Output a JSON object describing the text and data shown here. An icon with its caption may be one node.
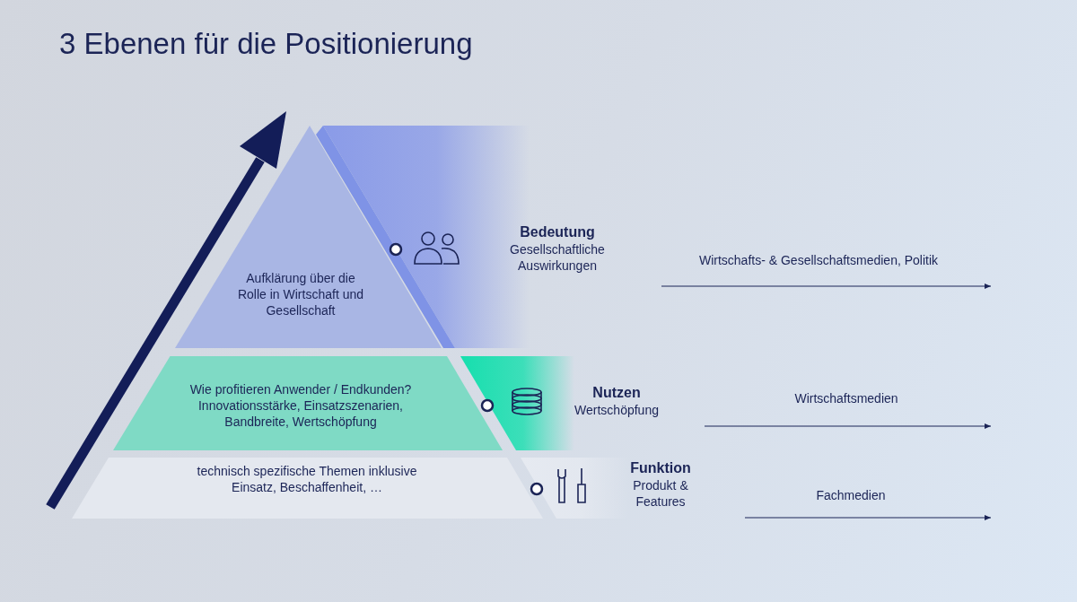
{
  "diagram": {
    "title": "3 Ebenen für die Positionierung",
    "nodes": [
      {
        "text": [
          "Aufklärung über die Rolle in Wirtschaft und Gesellschaft"
        ]
      },
      {
        "text": [
          "Wie profitieren Anwender / Endkunden? Innovationsstärke, Einsatzszenarien, Bandbreite, Wertschöpfung"
        ]
      },
      {
        "text": [
          "technisch spezifische Themen inklusive Einsatz, Beschaffenheit, …"
        ]
      },
      {
        "text": [
          "Bedeutung",
          "Gesellschaftliche Auswirkungen"
        ]
      },
      {
        "text": [
          "Nutzen",
          "Wertschöpfung"
        ]
      },
      {
        "text": [
          "Funktion",
          "Produkt & Features"
        ]
      }
    ],
    "edges": [],
    "labels": [
      "Wirtschafts- & Gesellschaftsmedien, Politik",
      "Wirtschaftsmedien",
      "Fachmedien"
    ]
  }
}
